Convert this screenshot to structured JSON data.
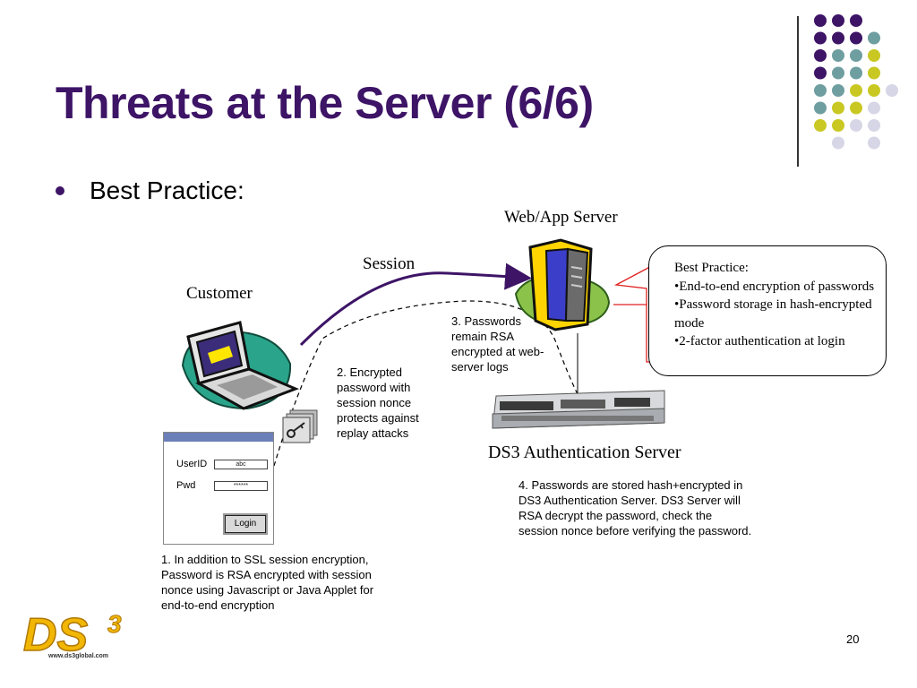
{
  "slide": {
    "title": "Threats at the Server (6/6)",
    "bullet": "Best Practice:",
    "page_number": "20"
  },
  "diagram": {
    "web_app_server_label": "Web/App Server",
    "session_label": "Session",
    "customer_label": "Customer",
    "ds3_server_label": "DS3 Authentication Server",
    "note_1": "1. In addition to SSL session encryption, Password is RSA encrypted with session nonce using Javascript or Java Applet for end-to-end encryption",
    "note_2": "2. Encrypted password with session nonce protects against replay attacks",
    "note_3": "3. Passwords remain RSA encrypted at web-server logs",
    "note_4": "4. Passwords are stored hash+encrypted in DS3 Authentication Server.  DS3 Server will RSA decrypt the password, check the session nonce before verifying the password.",
    "callout": {
      "heading": "Best Practice:",
      "items": [
        "•End-to-end encryption of passwords",
        "•Password storage in hash-encrypted mode",
        "•2-factor authentication at login"
      ]
    },
    "login_form": {
      "userid_label": "UserID",
      "userid_value": "abc",
      "pwd_label": "Pwd",
      "pwd_value": "******",
      "login_button": "Login"
    }
  },
  "logo": {
    "text": "DS",
    "superscript": "3",
    "url": "www.ds3global.com"
  },
  "colors": {
    "title": "#3d1466",
    "dot_purple": "#3d1466",
    "dot_teal": "#6f9ea0",
    "dot_yellow": "#c9c823",
    "dot_lavender": "#d6d6e6",
    "session_arrow": "#3d1466",
    "callout_pointer": "#e02020"
  },
  "decoration": {
    "dot_grid": [
      [
        "purple",
        "purple",
        "purple",
        "none"
      ],
      [
        "purple",
        "purple",
        "purple",
        "teal"
      ],
      [
        "purple",
        "teal",
        "teal",
        "yellow"
      ],
      [
        "purple",
        "teal",
        "teal",
        "yellow"
      ],
      [
        "teal",
        "teal",
        "yellow",
        "yellow",
        "lavender"
      ],
      [
        "teal",
        "yellow",
        "yellow",
        "lavender"
      ],
      [
        "yellow",
        "yellow",
        "lavender",
        "lavender"
      ],
      [
        "none",
        "lavender",
        "none",
        "lavender"
      ]
    ]
  }
}
